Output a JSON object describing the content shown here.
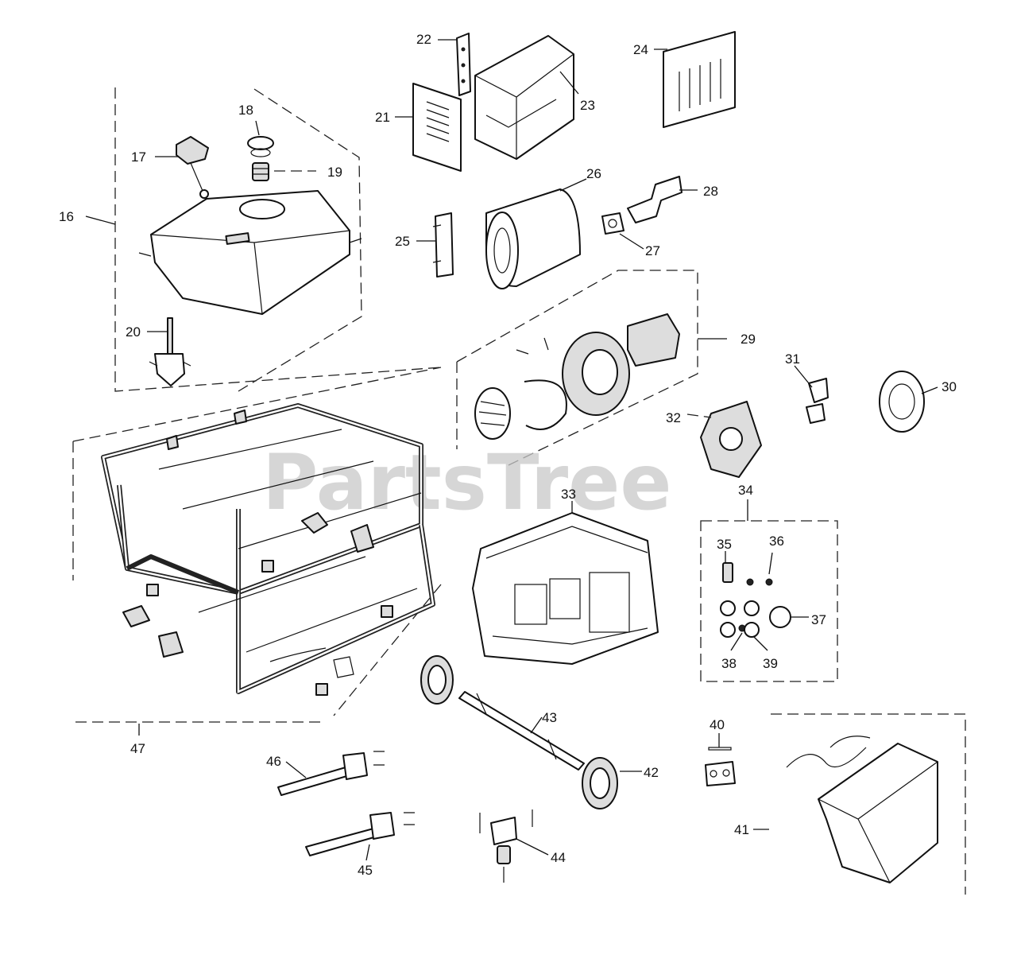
{
  "watermark": "PartsTree",
  "callouts": [
    {
      "id": "16",
      "label": "16"
    },
    {
      "id": "17",
      "label": "17"
    },
    {
      "id": "18",
      "label": "18"
    },
    {
      "id": "19",
      "label": "19"
    },
    {
      "id": "20",
      "label": "20"
    },
    {
      "id": "21",
      "label": "21"
    },
    {
      "id": "22",
      "label": "22"
    },
    {
      "id": "23",
      "label": "23"
    },
    {
      "id": "24",
      "label": "24"
    },
    {
      "id": "25",
      "label": "25"
    },
    {
      "id": "26",
      "label": "26"
    },
    {
      "id": "27",
      "label": "27"
    },
    {
      "id": "28",
      "label": "28"
    },
    {
      "id": "29",
      "label": "29"
    },
    {
      "id": "30",
      "label": "30"
    },
    {
      "id": "31",
      "label": "31"
    },
    {
      "id": "32",
      "label": "32"
    },
    {
      "id": "33",
      "label": "33"
    },
    {
      "id": "34",
      "label": "34"
    },
    {
      "id": "35",
      "label": "35"
    },
    {
      "id": "36",
      "label": "36"
    },
    {
      "id": "37",
      "label": "37"
    },
    {
      "id": "38",
      "label": "38"
    },
    {
      "id": "39",
      "label": "39"
    },
    {
      "id": "40",
      "label": "40"
    },
    {
      "id": "41",
      "label": "41"
    },
    {
      "id": "42",
      "label": "42"
    },
    {
      "id": "43",
      "label": "43"
    },
    {
      "id": "44",
      "label": "44"
    },
    {
      "id": "45",
      "label": "45"
    },
    {
      "id": "46",
      "label": "46"
    },
    {
      "id": "47",
      "label": "47"
    }
  ]
}
